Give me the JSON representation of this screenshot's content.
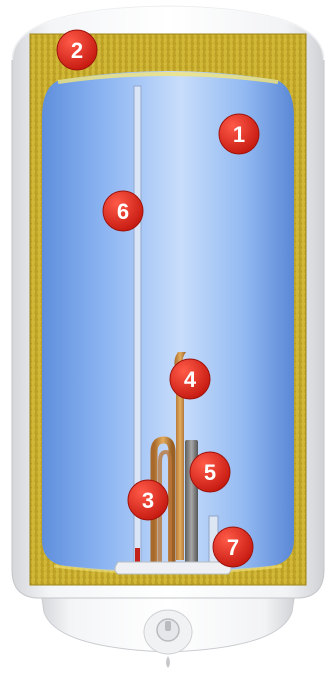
{
  "diagram": {
    "subject": "electric-water-heater-cutaway",
    "colors": {
      "shell": "#eeeff1",
      "insulation": "#c9b12c",
      "tank_water": "#8fb6f2",
      "marker": "#d8231a",
      "copper": "#c98a3c",
      "anode": "#7d7d7d"
    },
    "markers": [
      {
        "id": "tank",
        "label": "1"
      },
      {
        "id": "insulation",
        "label": "2"
      },
      {
        "id": "heating-element",
        "label": "3"
      },
      {
        "id": "thermostat-tube",
        "label": "4"
      },
      {
        "id": "magnesium-anode",
        "label": "5"
      },
      {
        "id": "hot-water-pipe",
        "label": "6"
      },
      {
        "id": "cold-water-inlet",
        "label": "7"
      }
    ]
  }
}
